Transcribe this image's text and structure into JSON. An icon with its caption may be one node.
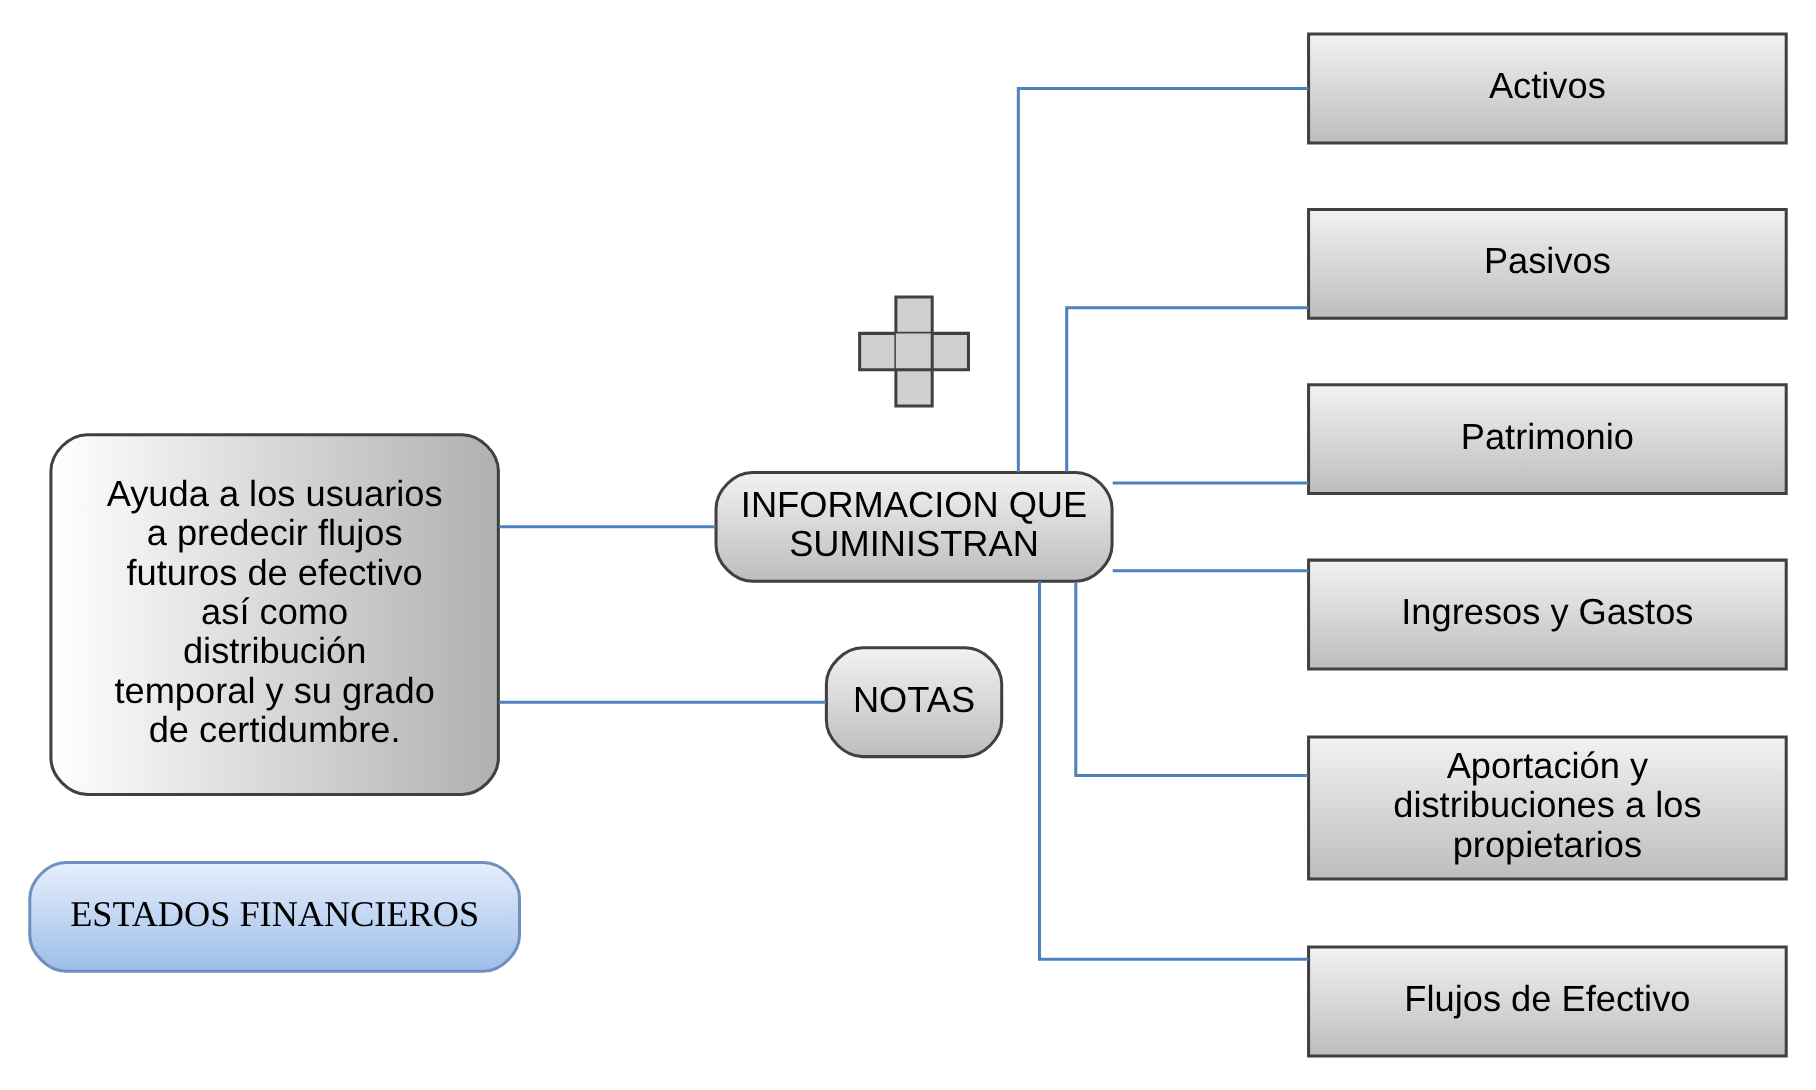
{
  "diagram": {
    "nodes": [
      {
        "text": [
          "ESTADOS FINANCIEROS"
        ]
      },
      {
        "text": [
          "Ayuda a los usuarios a predecir flujos futuros de efectivo así como distribución temporal y su grado de certidumbre."
        ]
      },
      {
        "text": [
          "INFORMACION QUE SUMINISTRAN"
        ]
      },
      {
        "text": [],
        "shape": "plus"
      },
      {
        "text": [
          "NOTAS"
        ]
      },
      {
        "text": [
          "Activos"
        ]
      },
      {
        "text": [
          "Pasivos"
        ]
      },
      {
        "text": [
          "Patrimonio"
        ]
      },
      {
        "text": [
          "Ingresos y Gastos"
        ]
      },
      {
        "text": [
          "Aportación y distribuciones a los propietarios"
        ]
      },
      {
        "text": [
          "Flujos de Efectivo"
        ]
      }
    ],
    "edges": [
      {
        "from": 1,
        "to": 2,
        "arrow": "none",
        "color": "#4f81bd"
      },
      {
        "from": 1,
        "to": 4,
        "arrow": "none",
        "color": "#4f81bd"
      },
      {
        "from": 2,
        "to": 5,
        "arrow": "none",
        "color": "#4f81bd"
      },
      {
        "from": 2,
        "to": 6,
        "arrow": "none",
        "color": "#4f81bd"
      },
      {
        "from": 2,
        "to": 7,
        "arrow": "none",
        "color": "#4f81bd"
      },
      {
        "from": 2,
        "to": 8,
        "arrow": "none",
        "color": "#4f81bd"
      },
      {
        "from": 2,
        "to": 9,
        "arrow": "none",
        "color": "#4f81bd"
      },
      {
        "from": 2,
        "to": 10,
        "arrow": "none",
        "color": "#4f81bd"
      }
    ]
  }
}
